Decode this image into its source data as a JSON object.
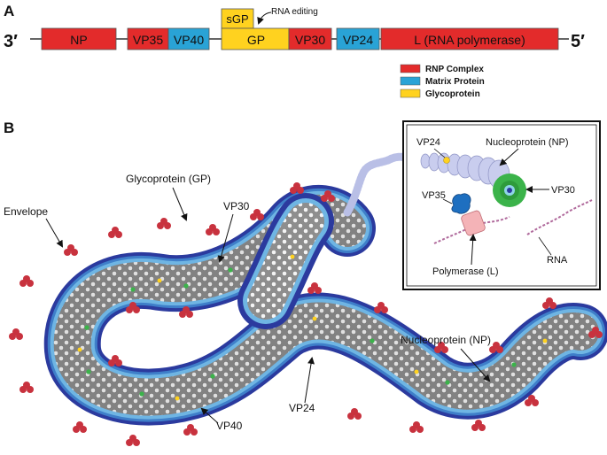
{
  "panel_a": {
    "label": "A",
    "end_3": "3′",
    "end_5": "5′",
    "genes": [
      {
        "label": "NP",
        "category": "rnp"
      },
      {
        "label": "VP35",
        "category": "rnp"
      },
      {
        "label": "VP40",
        "category": "matrix"
      },
      {
        "label": "GP",
        "category": "glyco"
      },
      {
        "label": "VP30",
        "category": "rnp"
      },
      {
        "label": "VP24",
        "category": "matrix"
      },
      {
        "label": "L (RNA polymerase)",
        "category": "rnp"
      }
    ],
    "sgp_label": "sGP",
    "editing_label": "RNA editing",
    "legend": [
      {
        "label": "RNP Complex",
        "color": "#e32b2b"
      },
      {
        "label": "Matrix Protein",
        "color": "#29a3d6"
      },
      {
        "label": "Glycoprotein",
        "color": "#ffd21f"
      }
    ]
  },
  "panel_b": {
    "label": "B",
    "labels": {
      "envelope": "Envelope",
      "glycoprotein": "Glycoprotein (GP)",
      "vp30": "VP30",
      "vp40": "VP40",
      "vp24": "VP24",
      "nucleoprotein": "Nucleoprotein (NP)"
    },
    "inset": {
      "vp24": "VP24",
      "nucleoprotein": "Nucleoprotein (NP)",
      "vp35": "VP35",
      "vp30": "VP30",
      "rna": "RNA",
      "polymerase": "Polymerase (L)"
    }
  },
  "colors": {
    "rnp": "#e32b2b",
    "matrix": "#29a3d6",
    "glyco": "#ffd21f",
    "envelope_outer": "#2b3a9e",
    "envelope_inner": "#3f7fc9",
    "core": "#8e8e8e",
    "gp_spike": "#c8323e",
    "np_green": "#3bb34a"
  }
}
